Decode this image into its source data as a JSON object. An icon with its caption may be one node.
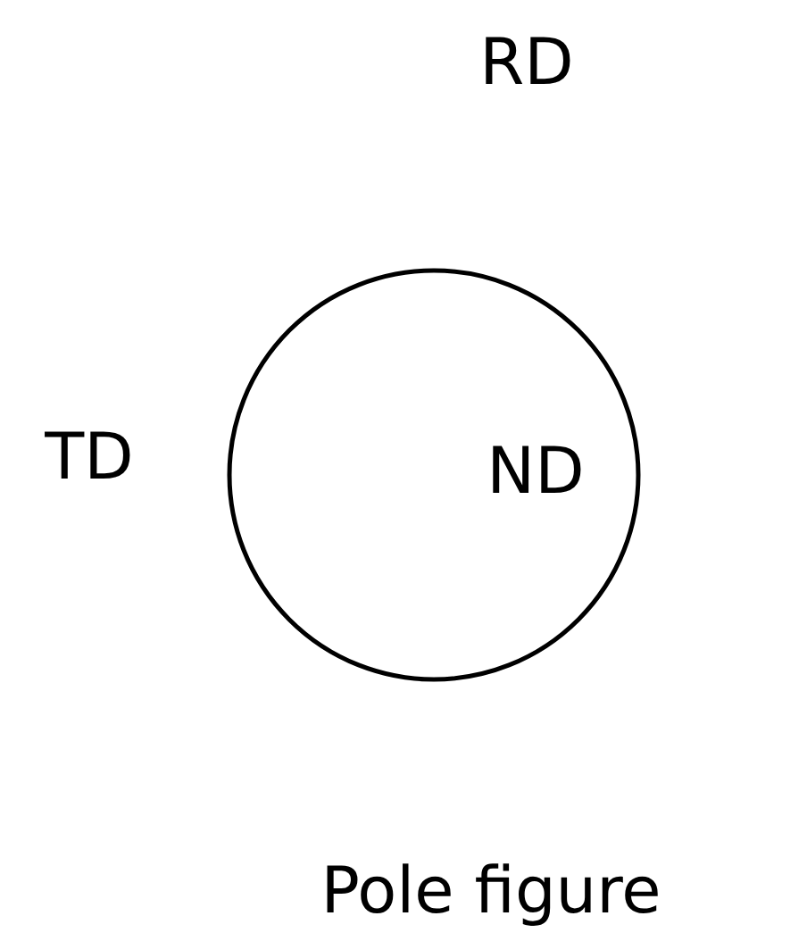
{
  "diagram": {
    "caption": "Pole figure",
    "nodes": [
      {
        "text": [
          "ND"
        ]
      }
    ],
    "labels": [
      "RD",
      "TD"
    ]
  }
}
